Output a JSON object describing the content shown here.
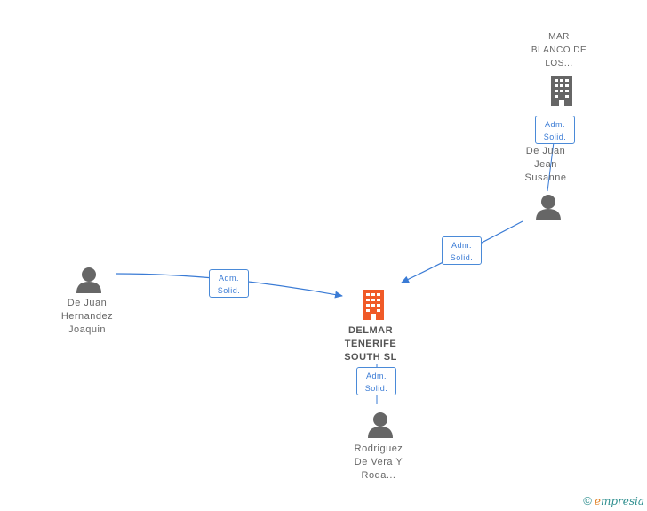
{
  "colors": {
    "edge": "#3a7bd5",
    "person": "#666666",
    "company_main": "#f05a28",
    "company": "#666666"
  },
  "nodes": {
    "main_company": {
      "name": "DELMAR\nTENERIFE\nSOUTH  SL",
      "icon": "building-icon"
    },
    "mar_blanco": {
      "name": "MAR\nBLANCO DE\nLOS...",
      "icon": "building-icon"
    },
    "de_juan_jean": {
      "name": "De Juan\nJean\nSusanne",
      "icon": "person-icon"
    },
    "de_juan_hernandez": {
      "name": "De Juan\nHernandez\nJoaquin",
      "icon": "person-icon"
    },
    "rodriguez": {
      "name": "Rodriguez\nDe Vera Y\nRoda...",
      "icon": "person-icon"
    }
  },
  "edges": [
    {
      "from": "de_juan_jean",
      "to": "mar_blanco",
      "role_line1": "Adm.",
      "role_line2": "Solid."
    },
    {
      "from": "de_juan_jean",
      "to": "main_company",
      "role_line1": "Adm.",
      "role_line2": "Solid."
    },
    {
      "from": "de_juan_hernandez",
      "to": "main_company",
      "role_line1": "Adm.",
      "role_line2": "Solid."
    },
    {
      "from": "rodriguez",
      "to": "main_company",
      "role_line1": "Adm.",
      "role_line2": "Solid."
    }
  ],
  "footer": {
    "copyright": "©",
    "brand_initial": "e",
    "brand_rest": "mpresia"
  }
}
